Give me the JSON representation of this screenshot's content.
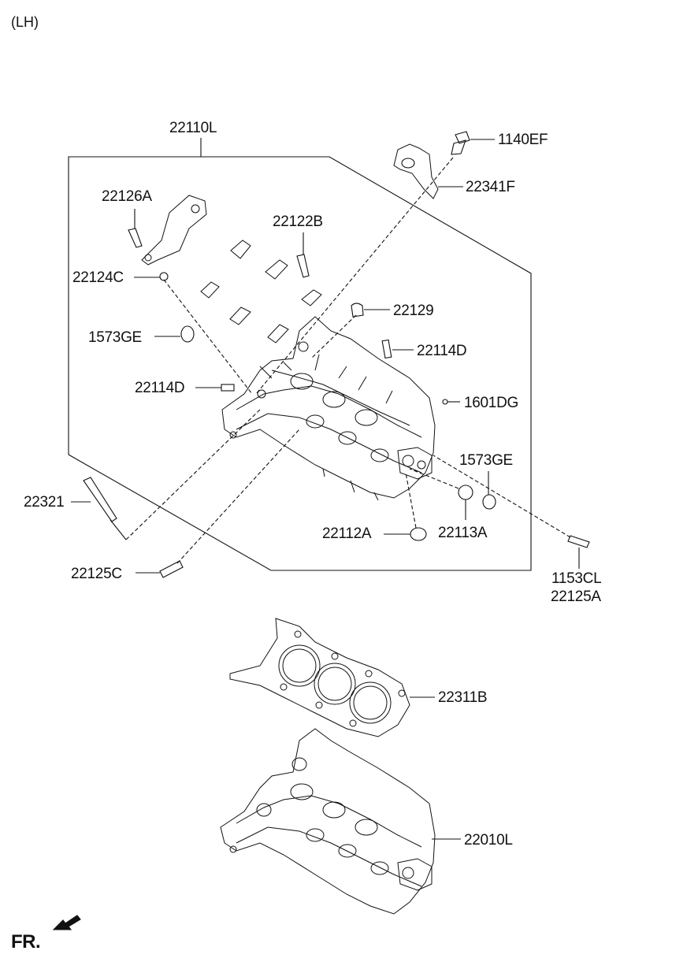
{
  "header": {
    "variant": "(LH)"
  },
  "parts": {
    "p22110L": "22110L",
    "p1140EF": "1140EF",
    "p22341F": "22341F",
    "p22126A": "22126A",
    "p22122B": "22122B",
    "p22124C": "22124C",
    "p22129": "22129",
    "p1573GE_a": "1573GE",
    "p22114D_a": "22114D",
    "p22114D_b": "22114D",
    "p1601DG": "1601DG",
    "p1573GE_b": "1573GE",
    "p22321": "22321",
    "p22112A": "22112A",
    "p22113A": "22113A",
    "p22125C": "22125C",
    "p1153CL": "1153CL",
    "p22125A": "22125A",
    "p22311B": "22311B",
    "p22010L": "22010L"
  },
  "footer": {
    "direction": "FR."
  }
}
